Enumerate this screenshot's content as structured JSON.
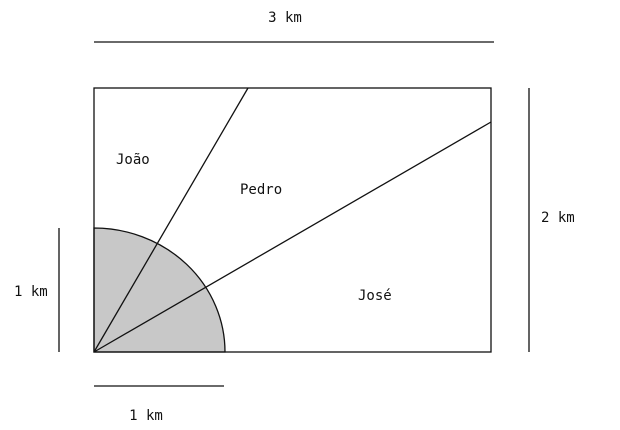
{
  "diagram": {
    "labels": {
      "top_dimension": "3 km",
      "right_dimension": "2 km",
      "left_dimension": "1 km",
      "bottom_dimension": "1 km",
      "region_joao": "João",
      "region_pedro": "Pedro",
      "region_jose": "José"
    },
    "colors": {
      "quarter_circle_fill": "#c8c8c8",
      "stroke": "#111111",
      "background": "#ffffff"
    }
  }
}
